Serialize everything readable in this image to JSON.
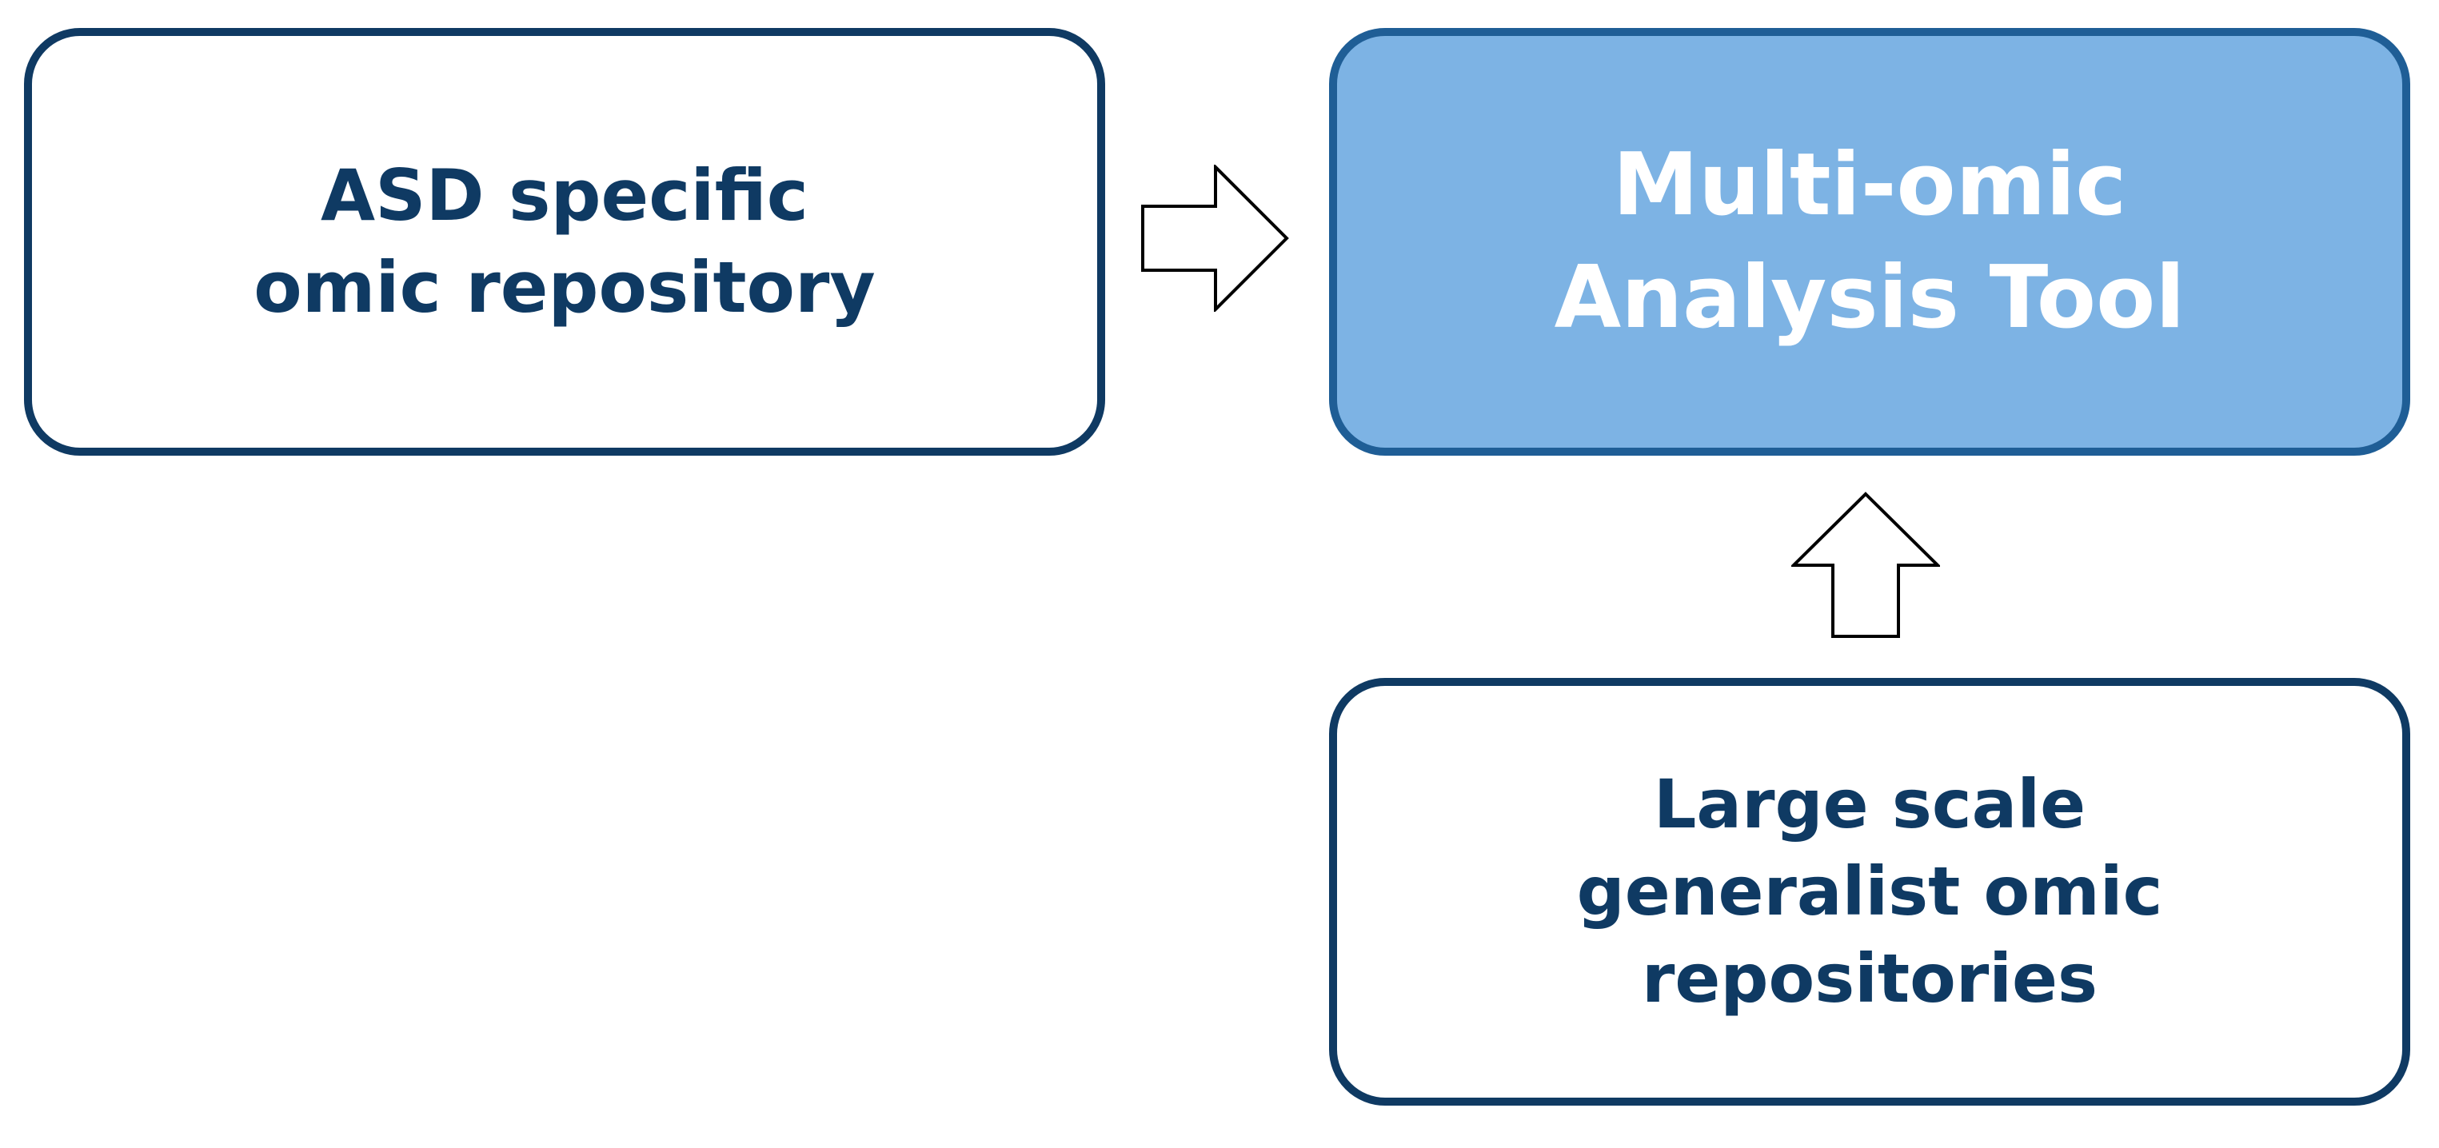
{
  "boxes": {
    "asd": {
      "lines": [
        "ASD specific",
        "omic repository"
      ]
    },
    "tool": {
      "lines": [
        "Multi-omic",
        "Analysis Tool"
      ]
    },
    "large": {
      "lines": [
        "Large scale",
        "generalist omic",
        "repositories"
      ]
    }
  },
  "colors": {
    "dark_navy": "#0f3a63",
    "tool_fill": "#7db3e4",
    "tool_border": "#1f5e96",
    "white": "#ffffff"
  },
  "icons": {
    "arrow_right": "block-arrow-right",
    "arrow_up": "block-arrow-up"
  }
}
